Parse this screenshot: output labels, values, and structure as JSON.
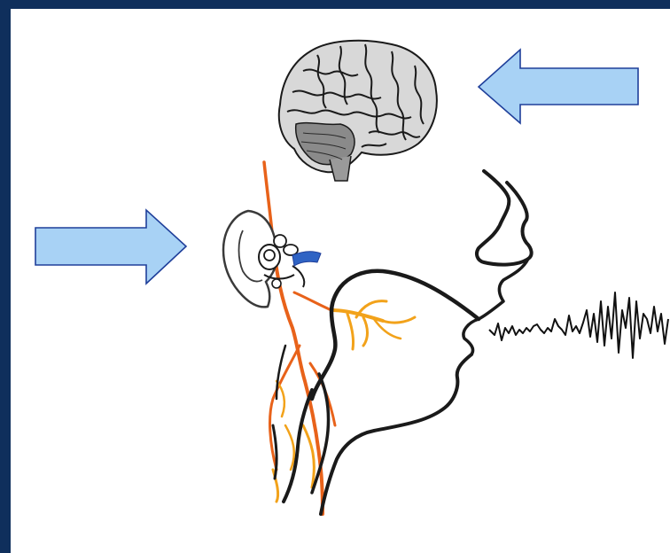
{
  "slide": {
    "background_color": "#0f2f5c",
    "content_background": "#ffffff"
  },
  "illustration": {
    "arrow_fill": "#a8d2f5",
    "arrow_stroke": "#1f3f9a",
    "nerve_color": "#e8621a",
    "nerve_branch_color": "#f2a21a",
    "head_outline_color": "#1a1a1a",
    "inner_ear_blue": "#2f63c4",
    "icons": [
      "brain-icon",
      "head-profile",
      "ear-icon",
      "sound-waveform",
      "arrow-left",
      "arrow-right"
    ]
  }
}
